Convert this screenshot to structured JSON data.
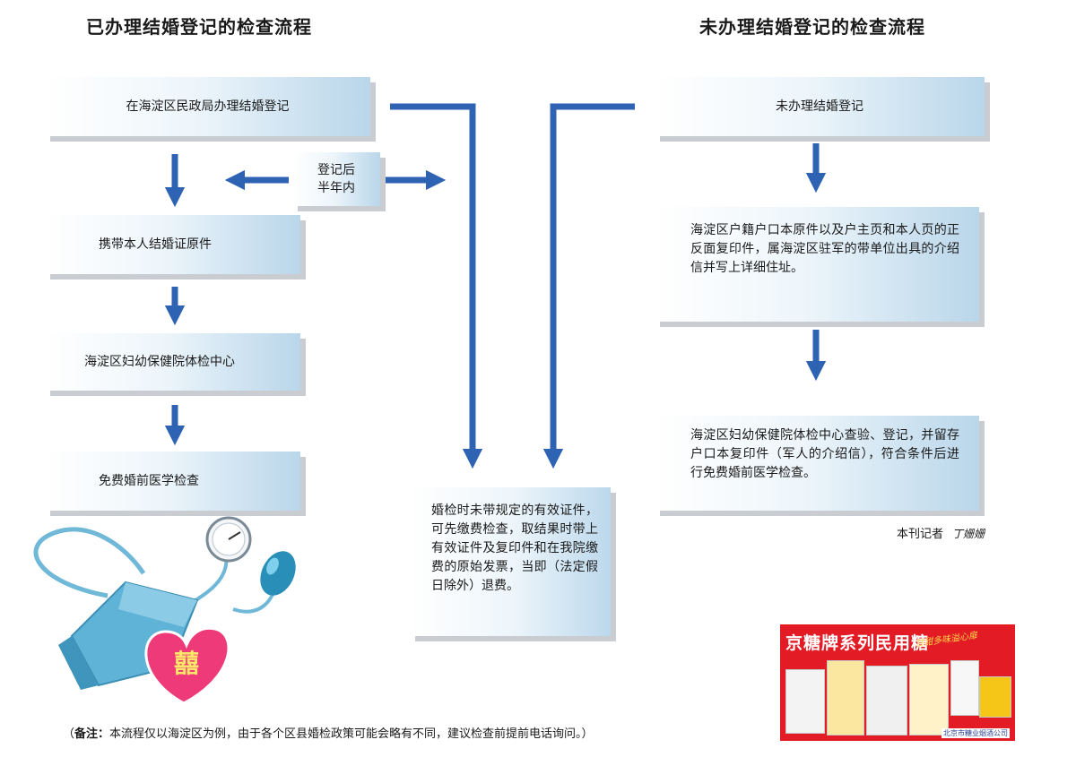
{
  "titles": {
    "left": "已办理结婚登记的检查流程",
    "right": "未办理结婚登记的检查流程"
  },
  "left_steps": [
    "在海淀区民政局办理结婚登记",
    "携带本人结婚证原件",
    "海淀区妇幼保健院体检中心",
    "免费婚前医学检查"
  ],
  "time_condition": {
    "line1": "登记后",
    "line2": "半年内"
  },
  "right_steps": [
    "未办理结婚登记",
    "海淀区户籍户口本原件以及户主页和本人页的正反面复印件，属海淀区驻军的带单位出具的介绍信并写上详细住址。",
    "海淀区妇幼保健院体检中心查验、登记，并留存户口本复印件（军人的介绍信），符合条件后进行免费婚前医学检查。"
  ],
  "center_note": "婚检时未带规定的有效证件，可先缴费检查，取结果时带上有效证件及复印件和在我院缴费的原始发票，当即（法定假日除外）退费。",
  "credit": {
    "label": "本刊记者",
    "name": "丁姗姗"
  },
  "footnote": {
    "open": "（",
    "label": "备注：",
    "text": "本流程仅以海淀区为例，由于各个区县婚检政策可能会略有不同，建议检查前提前电话询问。）"
  },
  "illustration": {
    "heart_text": "囍"
  },
  "ad": {
    "title": "京糖牌系列民用糖",
    "slogan": "甘甜多味溢心扉",
    "maker": "北京市糖业烟酒公司"
  },
  "colors": {
    "arrow": "#2e62b3",
    "box_edge": "#b9d6ea",
    "ad_red": "#e21b24",
    "heart": "#ee3a78"
  }
}
